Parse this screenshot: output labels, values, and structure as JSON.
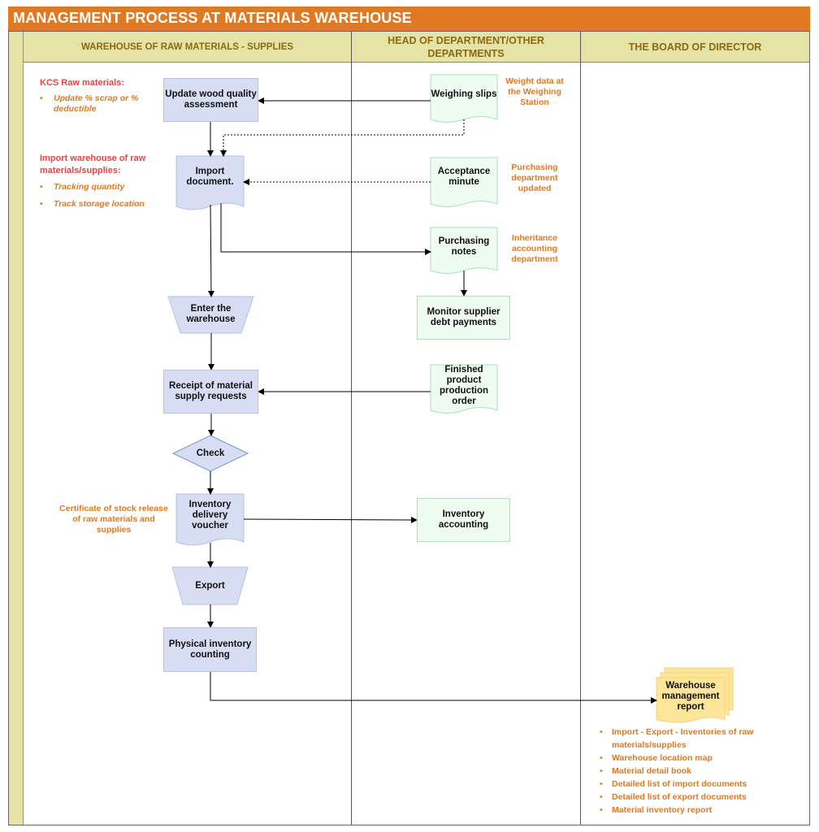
{
  "title": "MANAGEMENT PROCESS AT MATERIALS WAREHOUSE",
  "lanes": [
    "WAREHOUSE OF RAW MATERIALS - SUPPLIES",
    "HEAD OF DEPARTMENT/OTHER DEPARTMENTS",
    "THE BOARD OF DIRECTOR"
  ],
  "nodes": {
    "update_wood": "Update wood quality assessment",
    "import_document": "Import document.",
    "enter_warehouse": "Enter the warehouse",
    "receipt_requests": "Receipt of material supply requests",
    "check": "Check",
    "inventory_voucher": "Inventory delivery voucher",
    "export": "Export",
    "physical_counting": "Physical inventory counting",
    "weighing_slips": "Weighing slips",
    "acceptance_minute": "Acceptance minute",
    "purchasing_notes": "Purchasing notes",
    "monitor_supplier": "Monitor supplier debt payments",
    "finished_order": "Finished product production order",
    "inventory_accounting": "Inventory accounting",
    "warehouse_report": "Warehouse management report"
  },
  "notes": {
    "kcs_title": "KCS Raw materials:",
    "kcs_item": "Update % scrap or % deductible",
    "import_title": "Import warehouse of raw materials/supplies:",
    "import_items": [
      "Tracking quantity",
      "Track storage location"
    ],
    "certificate": "Certificate of stock release of raw materials and supplies",
    "weight_data": "Weight data at the Weighing Station",
    "purchasing_updated": "Purchasing department updated",
    "inheritance": "Inheritance accounting department"
  },
  "report_items": [
    "Import - Export - Inventories of raw materials/supplies",
    "Warehouse location map",
    "Material detail book",
    "Detailed list of import documents",
    "Detailed list of export documents",
    "Material inventory report"
  ],
  "colors": {
    "title_bg": "#e07a22",
    "lane_bg": "#e6e3a6",
    "process_blue": "#d7def4",
    "doc_green": "#effcf2",
    "report_yellow": "#fde59a"
  }
}
